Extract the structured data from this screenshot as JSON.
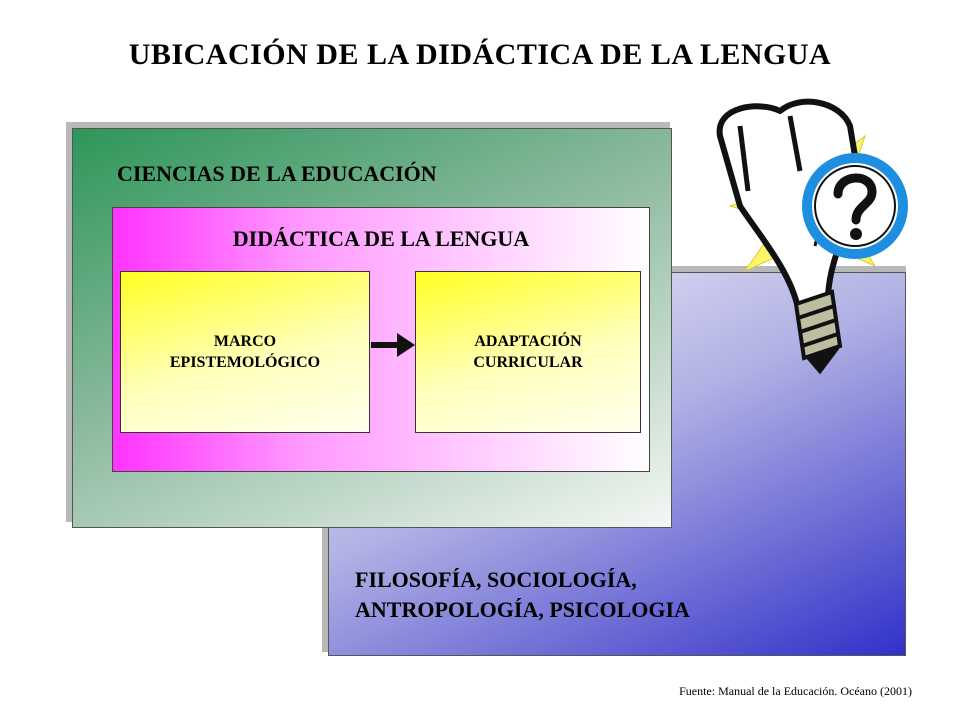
{
  "title": "UBICACIÓN DE LA DIDÁCTICA DE LA LENGUA",
  "outer_box": {
    "line1": "FILOSOFÍA, SOCIOLOGÍA,",
    "line2": "ANTROPOLOGÍA, PSICOLOGIA"
  },
  "middle_box": {
    "title": "CIENCIAS DE LA EDUCACIÓN"
  },
  "inner_box": {
    "title": "DIDÁCTICA DE LA LENGUA",
    "left_box": "MARCO\nEPISTEMOLÓGICO",
    "right_box": "ADAPTACIÓN\nCURRICULAR"
  },
  "source": "Fuente: Manual de la Educación. Océano (2001)",
  "icons": {
    "clipart": "lightbulb-question-icon",
    "connector": "arrow-right-icon"
  },
  "colors": {
    "outer_gradient_end": "#3131c9",
    "middle_gradient_start": "#2d9659",
    "inner_gradient_start": "#ff33ff",
    "yellow_box": "#ffff22",
    "question_circle": "#1e8fe0"
  }
}
